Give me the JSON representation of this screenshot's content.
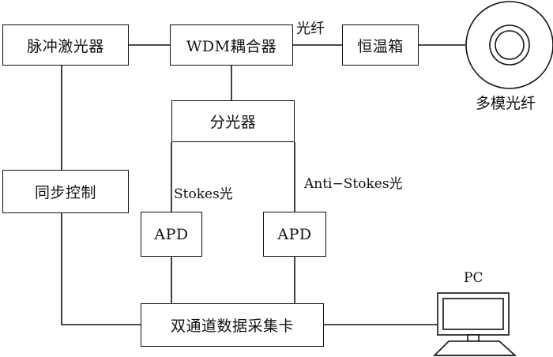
{
  "nodes": {
    "pulse_laser": "脉冲激光器",
    "wdm_coupler": "WDM耦合器",
    "thermostat": "恒温箱",
    "splitter": "分光器",
    "sync_control": "同步控制",
    "apd_left": "APD",
    "apd_right": "APD",
    "daq_card": "双通道数据采集卡",
    "multimode_fiber": "多模光纤",
    "pc": "PC"
  },
  "labels": {
    "fiber": "光纤",
    "stokes": "Stokes光",
    "anti_stokes": "Anti−Stokes光"
  }
}
